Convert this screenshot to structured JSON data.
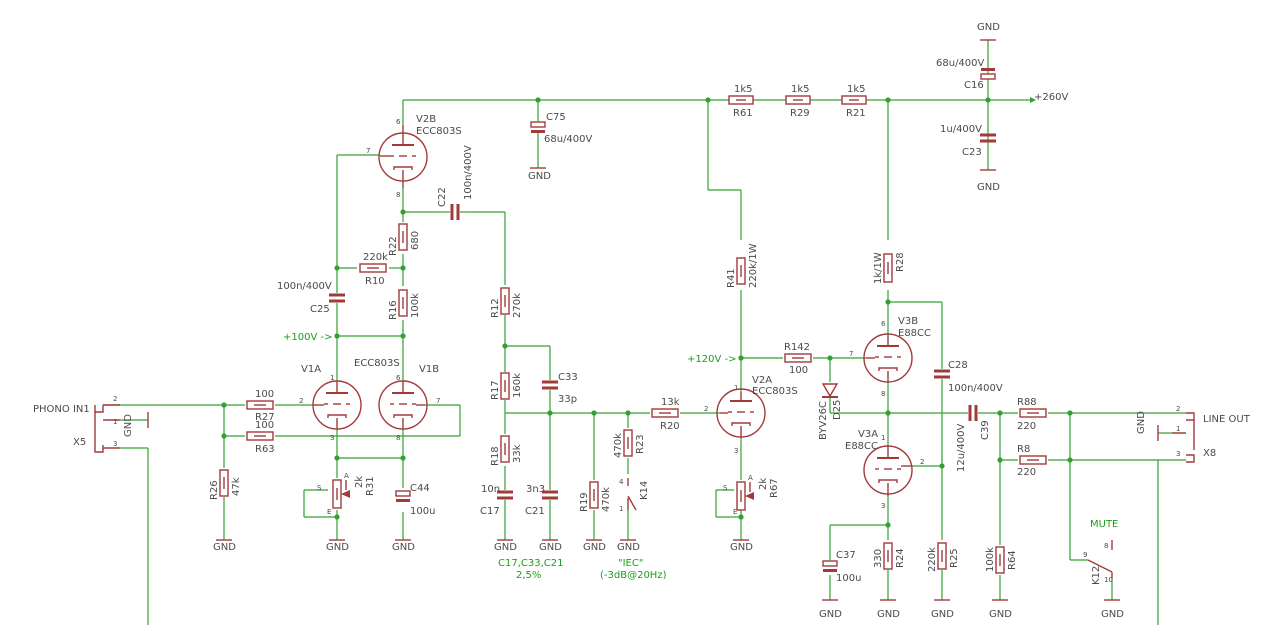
{
  "schematic": {
    "supply": {
      "rail": "+260V",
      "net_100": "+100V ->",
      "net_120": "+120V ->",
      "gnd": "GND"
    },
    "connectors": {
      "phono": {
        "name": "PHONO IN1",
        "ref": "X5",
        "gnd": "GND"
      },
      "line": {
        "name": "LINE OUT",
        "ref": "X8",
        "gnd": "GND"
      }
    },
    "tubes": {
      "v2b": {
        "name": "V2B",
        "type": "ECC803S"
      },
      "v1a": {
        "name": "V1A"
      },
      "v1b": {
        "name": "V1B"
      },
      "v1_type": "ECC803S",
      "v2a": {
        "name": "V2A",
        "type": "ECC803S"
      },
      "v3b": {
        "name": "V3B",
        "type": "E88CC"
      },
      "v3a": {
        "name": "V3A",
        "type": "E88CC"
      }
    },
    "resistors": {
      "r61": {
        "ref": "R61",
        "value": "1k5"
      },
      "r29": {
        "ref": "R29",
        "value": "1k5"
      },
      "r21": {
        "ref": "R21",
        "value": "1k5"
      },
      "r22": {
        "ref": "R22",
        "value": "680"
      },
      "r10": {
        "ref": "R10",
        "value": "220k"
      },
      "r16": {
        "ref": "R16",
        "value": "100k"
      },
      "r27": {
        "ref": "R27",
        "value": "100"
      },
      "r63": {
        "ref": "R63",
        "value": "100"
      },
      "r26": {
        "ref": "R26",
        "value": "47k"
      },
      "r31": {
        "ref": "R31",
        "value": "2k"
      },
      "r12": {
        "ref": "R12",
        "value": "270k"
      },
      "r17": {
        "ref": "R17",
        "value": "160k"
      },
      "r18": {
        "ref": "R18",
        "value": "33k"
      },
      "r19": {
        "ref": "R19",
        "value": "470k"
      },
      "r23": {
        "ref": "R23",
        "value": "470k"
      },
      "r20": {
        "ref": "R20",
        "value": "13k"
      },
      "r41": {
        "ref": "R41",
        "value": "220k/1W"
      },
      "r142": {
        "ref": "R142",
        "value": "100"
      },
      "r67": {
        "ref": "R67",
        "value": "2k"
      },
      "r28": {
        "ref": "R28",
        "value": "1k/1W"
      },
      "r24": {
        "ref": "R24",
        "value": "330"
      },
      "r25": {
        "ref": "R25",
        "value": "220k"
      },
      "r64": {
        "ref": "R64",
        "value": "100k"
      },
      "r88": {
        "ref": "R88",
        "value": "220"
      },
      "r8": {
        "ref": "R8",
        "value": "220"
      }
    },
    "capacitors": {
      "c75": {
        "ref": "C75",
        "value": "68u/400V"
      },
      "c22": {
        "ref": "C22",
        "value": "100n/400V"
      },
      "c25": {
        "ref": "C25",
        "value": "100n/400V"
      },
      "c44": {
        "ref": "C44",
        "value": "100u"
      },
      "c33": {
        "ref": "C33",
        "value": "33p"
      },
      "c17": {
        "ref": "C17",
        "value": "10n"
      },
      "c21": {
        "ref": "C21",
        "value": "3n3"
      },
      "c16": {
        "ref": "C16",
        "value": "68u/400V"
      },
      "c23": {
        "ref": "C23",
        "value": "1u/400V"
      },
      "c28": {
        "ref": "C28",
        "value": "100n/400V"
      },
      "c39": {
        "ref": "C39",
        "value": "12u/400V"
      },
      "c37": {
        "ref": "C37",
        "value": "100u"
      }
    },
    "others": {
      "d25": {
        "ref": "D25",
        "type": "BYV26C"
      },
      "k14": {
        "ref": "K14"
      },
      "k12": {
        "ref": "K12"
      },
      "mute": "MUTE"
    },
    "notes": {
      "tolerance": "C17,C33,C21",
      "tolerance_value": "2,5%",
      "iec": "\"IEC\"",
      "iec_value": "(-3dB@20Hz)"
    },
    "pins": {
      "p1": "1",
      "p2": "2",
      "p3": "3",
      "p4": "4",
      "p5": "5",
      "p6": "6",
      "p7": "7",
      "p8": "8",
      "p9": "9",
      "p10": "10",
      "a": "A",
      "e": "E",
      "s": "S"
    },
    "colors": {
      "wire": "#34a034",
      "component": "#a33a3a",
      "text": "#4a4a4a",
      "net_label": "#1e9b1e"
    }
  }
}
